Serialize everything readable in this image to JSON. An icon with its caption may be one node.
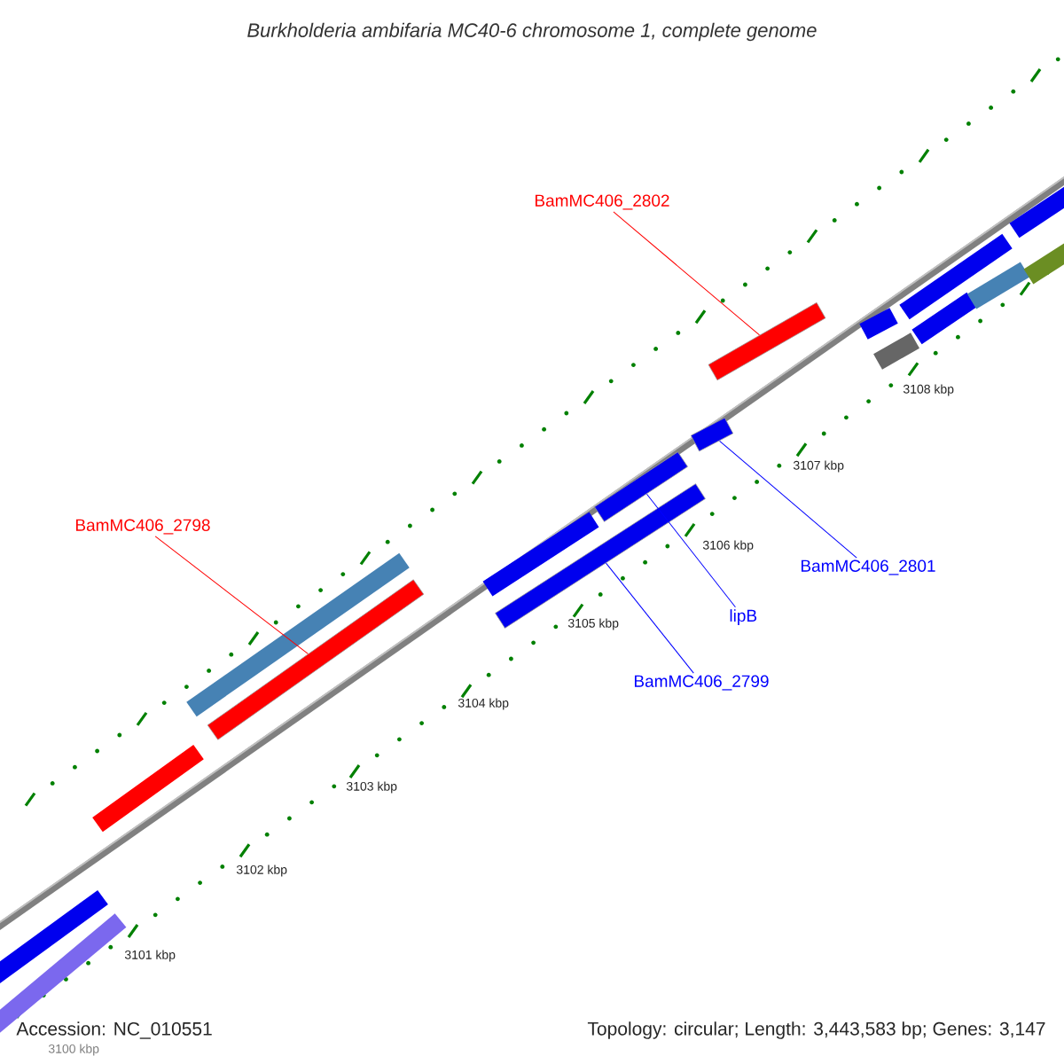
{
  "diagram": {
    "title": "Burkholderia ambifaria MC40-6 chromosome 1, complete genome",
    "nodes": [
      {
        "text": [
          "BamMC406_2802"
        ]
      },
      {
        "text": [],
        "shape": "bar"
      },
      {
        "text": [
          "BamMC406_2798"
        ]
      },
      {
        "text": [],
        "shape": "bar"
      },
      {
        "text": [
          "BamMC406_2801"
        ]
      },
      {
        "text": [],
        "shape": "bar"
      },
      {
        "text": [
          "lipB"
        ]
      },
      {
        "text": [],
        "shape": "bar"
      },
      {
        "text": [
          "BamMC406_2799"
        ]
      },
      {
        "text": [],
        "shape": "bar"
      }
    ],
    "edges": [
      {
        "from": 0,
        "to": 1,
        "arrow": "none",
        "color": "#ff0000"
      },
      {
        "from": 2,
        "to": 3,
        "arrow": "none",
        "color": "#ff0000"
      },
      {
        "from": 4,
        "to": 5,
        "arrow": "none"
      },
      {
        "from": 6,
        "to": 7,
        "arrow": "none"
      },
      {
        "from": 8,
        "to": 9,
        "arrow": "none"
      }
    ],
    "labels": [
      "3108 kbp",
      "3107 kbp",
      "3106 kbp",
      "3105 kbp",
      "3104 kbp",
      "3103 kbp",
      "3102 kbp",
      "3101 kbp",
      "3100 kbp",
      "Accession: NC_010551",
      "Topology: circular; Length: 3,443,583 bp; Genes: 3,147"
    ]
  }
}
